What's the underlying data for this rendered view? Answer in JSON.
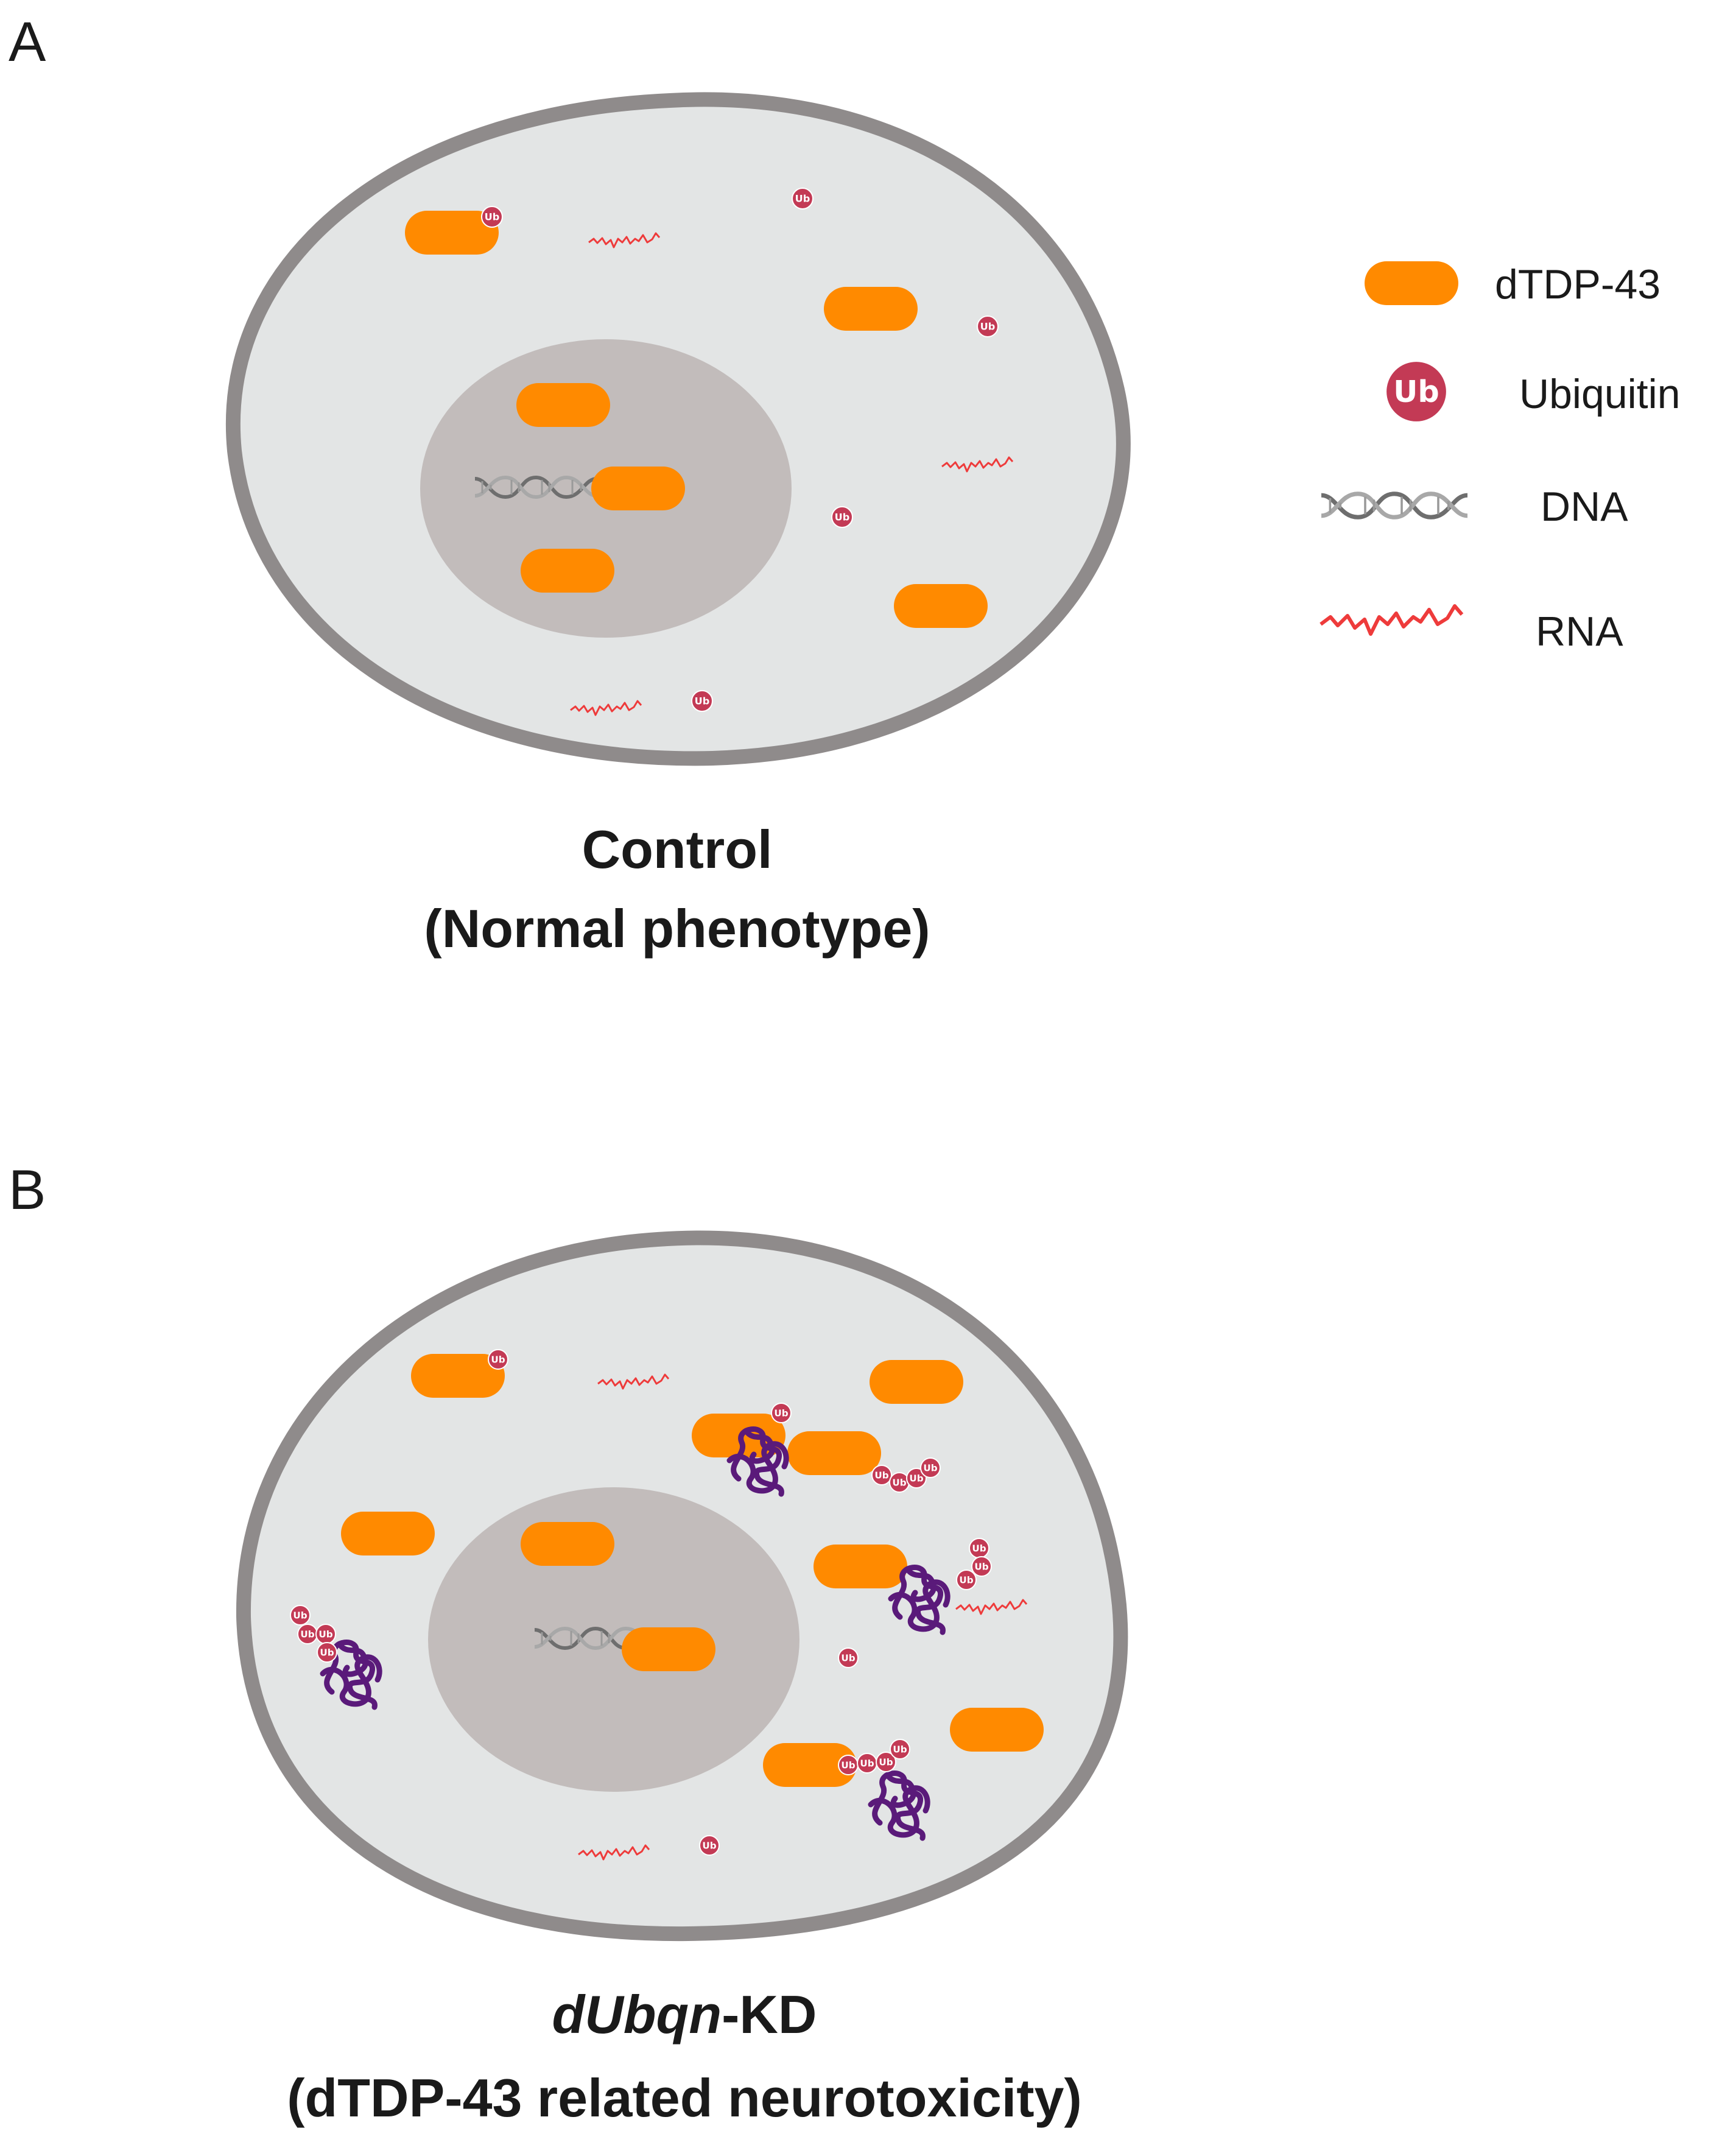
{
  "panels": [
    {
      "letter": "A",
      "caption_line1": "Control",
      "caption_line2": "(Normal phenotype)"
    },
    {
      "letter": "B",
      "caption_line1_italic": "dUbqn",
      "caption_line1_rest": "-KD",
      "caption_line2": "(dTDP-43 related neurotoxicity)"
    }
  ],
  "legend": {
    "items": [
      {
        "icon": "dtdp43-icon",
        "label": "dTDP-43"
      },
      {
        "icon": "ubiquitin-icon",
        "label": "Ubiquitin"
      },
      {
        "icon": "dna-icon",
        "label": "DNA"
      },
      {
        "icon": "rna-icon",
        "label": "RNA"
      }
    ]
  },
  "ub_label": "Ub",
  "colors": {
    "cell_fill": "#e3e5e5",
    "cell_border": "#8f8b8b",
    "nucleus": "#c2bcbb",
    "tdp43": "#ff8a00",
    "ubiquitin": "#c33a55",
    "rna": "#ee3b3b",
    "dna": "#8a8a8a",
    "aggregate": "#5a1a7a"
  }
}
